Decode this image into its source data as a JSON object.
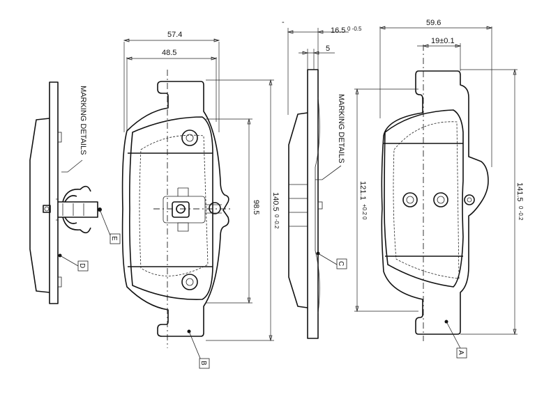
{
  "dimensions": {
    "left_width_outer": "57.4",
    "left_width_inner": "48.5",
    "left_height_inner": "98.5",
    "left_height_outer": "140.5",
    "left_height_outer_tol": "0\n-0.2",
    "side_thickness_total": "16.5",
    "side_thickness_tol": "0\n-0.5",
    "side_thickness_plate": "5",
    "right_width_outer": "59.6",
    "right_width_inner": "19±0.1",
    "right_height_inner": "121.1",
    "right_height_inner_tol": "+0.2\n0",
    "right_height_outer": "141.5",
    "right_height_outer_tol": "0\n-0.2"
  },
  "notes": {
    "marking_details_1": "MARKING  DETAILS",
    "marking_details_2": "MARKING  DETAILS"
  },
  "callouts": {
    "A": "A",
    "B": "B",
    "C": "C",
    "D": "D",
    "E": "E"
  }
}
